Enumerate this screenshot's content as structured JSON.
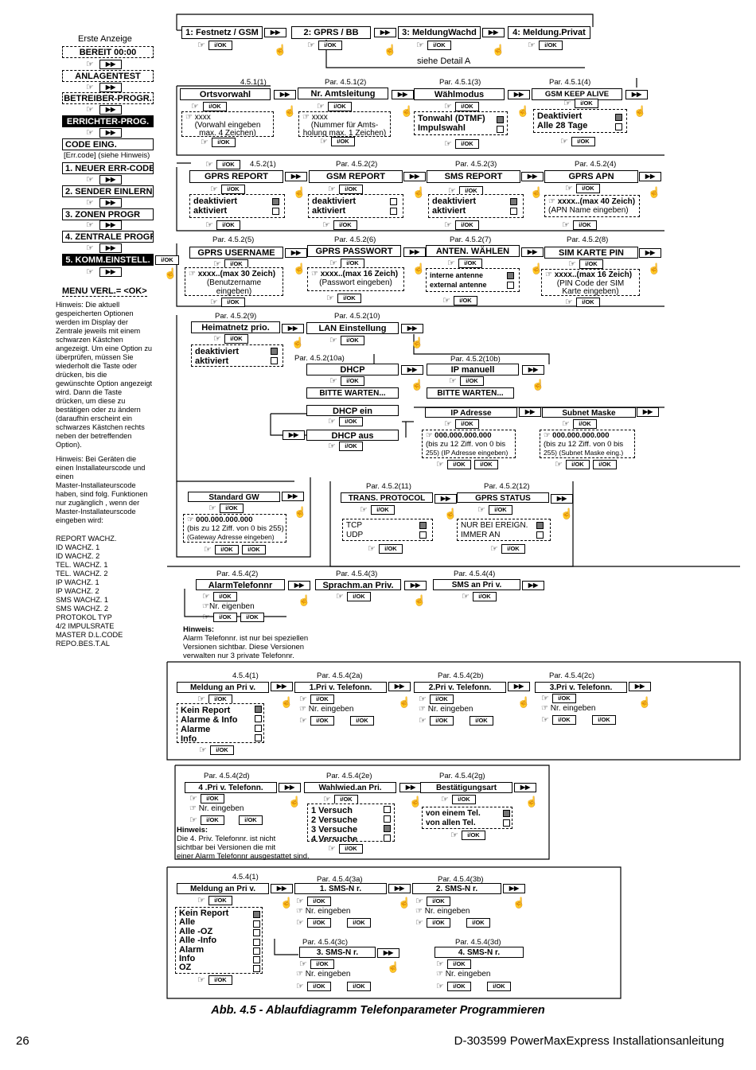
{
  "left_menu": {
    "title": "Erste Anzeige",
    "items": [
      "BEREIT 00:00",
      "ANLAGENTEST",
      "BETREIBER-PROGR.",
      "ERRICHTER-PROG.",
      "CODE EING."
    ],
    "err_code_hint": "[Err.code] (siehe Hinweis)",
    "sub_items": [
      "1. NEUER ERR-CODE",
      "2. SENDER EINLERN",
      "3. ZONEN PROGR",
      "4. ZENTRALE PROGR",
      "5. KOMM.EINSTELL."
    ],
    "exit": "MENU VERL.= <OK>"
  },
  "hinweis": {
    "lines": [
      "Hinweis: Die aktuell",
      "gespeicherten Optionen",
      "werden im Display der",
      "Zentrale jeweils mit einem",
      "schwarzen Kästchen",
      "angezeigt. Um eine Option zu",
      "überprüfen, müssen Sie",
      "wiederholt die Taste        oder",
      "        drücken, bis die",
      "gewünschte Option angezeigt",
      "wird. Dann die Taste",
      "drücken, um diese zu",
      "bestätigen oder zu ändern",
      "(daraufhin erscheint ein",
      "schwarzes Kästchen    rechts",
      "neben der betreffenden",
      "Option)."
    ],
    "hinweis2": [
      "Hinweis:  Bei Geräten die",
      "einen  Installateurscode  und",
      "einen",
      "Master-Installateurscode",
      "haben, sind folg. Funktionen",
      "nur zugänglich  , wenn der",
      "Master-Installateurscode",
      "eingeben wird:"
    ],
    "functions": [
      "REPORT WACHZ.",
      "ID WACHZ. 1",
      "ID WACHZ. 2",
      "TEL. WACHZ. 1",
      "TEL. WACHZ. 2",
      "IP WACHZ. 1",
      "IP WACHZ. 2",
      "SMS WACHZ. 1",
      "SMS WACHZ. 2",
      "PROTOKOL TYP",
      "4/2 IMPULSRATE",
      "MASTER D.L.CODE",
      "REPO.BES.T.AL"
    ]
  },
  "top_menu": [
    "1: Festnetz / GSM",
    "2: GPRS / BB",
    "3: MeldungWachd",
    "4: Meldung.Privat"
  ],
  "detail_a": "siehe Detail A",
  "row1": {
    "pars": [
      "4.5.1(1)",
      "Par. 4.5.1(2)",
      "Par. 4.5.1(3)",
      "Par. 4.5.1(4)"
    ],
    "titles": [
      "Ortsvorwahl",
      "Nr. Amtsleitung",
      "Wählmodus",
      "GSM KEEP ALIVE"
    ],
    "d1": [
      "xxxx",
      "(Vorwahl eingeben",
      "max. 4 Zeichen)"
    ],
    "d2": [
      "xxxx",
      "(Nummer für Amts-",
      "holung max. 1 Zeichen)"
    ],
    "d3": [
      "Tonwahl (DTMF)",
      "Impulswahl"
    ],
    "d4": [
      "Deaktiviert",
      "Alle 28 Tage"
    ]
  },
  "row2": {
    "pars": [
      "4.5.2(1)",
      "Par. 4.5.2(2)",
      "Par. 4.5.2(3)",
      "Par. 4.5.2(4)"
    ],
    "titles": [
      "GPRS REPORT",
      "GSM REPORT",
      "SMS REPORT",
      "GPRS APN"
    ],
    "opt": [
      "deaktiviert",
      "aktiviert"
    ],
    "apn": [
      "xxxx..(max 40 Zeich)",
      "(APN Name eingeben)"
    ]
  },
  "row3": {
    "pars": [
      "Par. 4.5.2(5)",
      "Par. 4.5.2(6)",
      "Par. 4.5.2(7)",
      "Par. 4.5.2(8)"
    ],
    "titles": [
      "GPRS USERNAME",
      "GPRS PASSWORT",
      "ANTEN. WÄHLEN",
      "SIM KARTE PIN"
    ],
    "user": [
      "xxxx..(max 30 Zeich)",
      "(Benutzername",
      "eingeben)"
    ],
    "pass": [
      "xxxx..(max 16 Zeich)",
      "(Passwort eingeben)"
    ],
    "ant": [
      "interne antenne",
      "external antenne"
    ],
    "pin": [
      "xxxx..(max 16 Zeich)",
      "(PIN Code der SIM",
      "Karte eingeben)"
    ]
  },
  "row4": {
    "pars": [
      "Par. 4.5.2(9)",
      "Par. 4.5.2(10)",
      "Par. 4.5.2(10a)",
      "Par. 4.5.2(10b)"
    ],
    "heim": "Heimatnetz prio.",
    "heim_opt": [
      "deaktiviert",
      "aktiviert"
    ],
    "lan": "LAN Einstellung",
    "dhcp": "DHCP",
    "ip_manual": "IP manuell",
    "wait": "BITTE WARTEN...",
    "dhcp_ein": "DHCP ein",
    "dhcp_aus": "DHCP aus",
    "ip_addr": "IP Adresse",
    "subnet": "Subnet Maske",
    "ip_d": [
      "000.000.000.000",
      "(bis zu 12 Ziff. von 0 bis",
      "255) (IP Adresse eingeben)"
    ],
    "sub_d": [
      "000.000.000.000",
      "(bis zu 12 Ziff. von 0 bis",
      "255) (Subnet Maske eing.)"
    ]
  },
  "row5": {
    "gw": "Standard GW",
    "gw_d": [
      "000.000.000.000",
      "(bis zu 12 Ziff. von 0 bis 255)",
      "(Gateway  Adresse eingeben)"
    ],
    "pars": [
      "Par. 4.5.2(11)",
      "Par. 4.5.2(12)"
    ],
    "trans": "TRANS. PROTOCOL",
    "gprs_status": "GPRS STATUS",
    "trans_opt": [
      "TCP",
      "UDP"
    ],
    "status_opt": [
      "NUR BEI EREIGN.",
      "IMMER AN"
    ]
  },
  "row6": {
    "pars": [
      "Par. 4.5.4(2)",
      "Par. 4.5.4(3)",
      "Par. 4.5.4(4)"
    ],
    "titles": [
      "AlarmTelefonnr",
      "Sprachm.an Priv.",
      "SMS an Pri v."
    ],
    "nr": "Nr. eigenben",
    "hinweis": [
      "Hinweis:",
      "Alarm Telefonnr. ist nur bei speziellen",
      "Versionen sichtbar. Diese Versionen",
      "verwalten nur 3 private Telefonnr."
    ]
  },
  "row7": {
    "pars": [
      "4.5.4(1)",
      "Par. 4.5.4(2a)",
      "Par. 4.5.4(2b)",
      "Par. 4.5.4(2c)"
    ],
    "titles": [
      "Meldung an Pri v.",
      "1.Pri v. Telefonn.",
      "2.Pri v. Telefonn.",
      "3.Pri v. Telefonn."
    ],
    "opts": [
      "Kein Report",
      "Alarme & Info",
      "Alarme",
      "Info"
    ],
    "nr": "Nr. eingeben"
  },
  "row8": {
    "pars": [
      "Par. 4.5.4(2d)",
      "Par. 4.5.4(2e)",
      "Par. 4.5.4(2g)"
    ],
    "titles": [
      "4 .Pri v. Telefonn.",
      "Wahlwied.an Pri.",
      "Bestätigungsart"
    ],
    "nr": "Nr. eingeben",
    "versuch": [
      "1 Versuch",
      "2 Versuche",
      "3 Versuche",
      "4 Versuche"
    ],
    "best": [
      "von einem  Tel.",
      "von allen  Tel."
    ],
    "hinweis": [
      "Hinweis:",
      "Die 4. Priv. Telefonnr. ist nicht",
      "sichtbar bei Versionen die mit",
      "einer Alarm Telefonnr ausgestattet sind."
    ]
  },
  "row9": {
    "pars": [
      "4.5.4(1)",
      "Par. 4.5.4(3a)",
      "Par. 4.5.4(3b)",
      "Par. 4.5.4(3c)",
      "Par. 4.5.4(3d)"
    ],
    "titles": [
      "Meldung an Pri v.",
      "1. SMS-N r.",
      "2. SMS-N r.",
      "3. SMS-N r.",
      "4. SMS-N r."
    ],
    "opts": [
      "Kein Report",
      "Alle",
      "Alle -OZ",
      "Alle -Info",
      "Alarm",
      "Info",
      "OZ"
    ],
    "nr": "Nr. eingeben"
  },
  "caption": "Abb. 4.5 - Ablaufdiagramm Telefonparameter Programmieren",
  "footer": {
    "page": "26",
    "doc": "D-303599 PowerMaxExpress Installationsanleitung"
  },
  "glyphs": {
    "arrow": "▶▶",
    "ok": "i/OK",
    "hand": "☞",
    "finger": "☝"
  }
}
